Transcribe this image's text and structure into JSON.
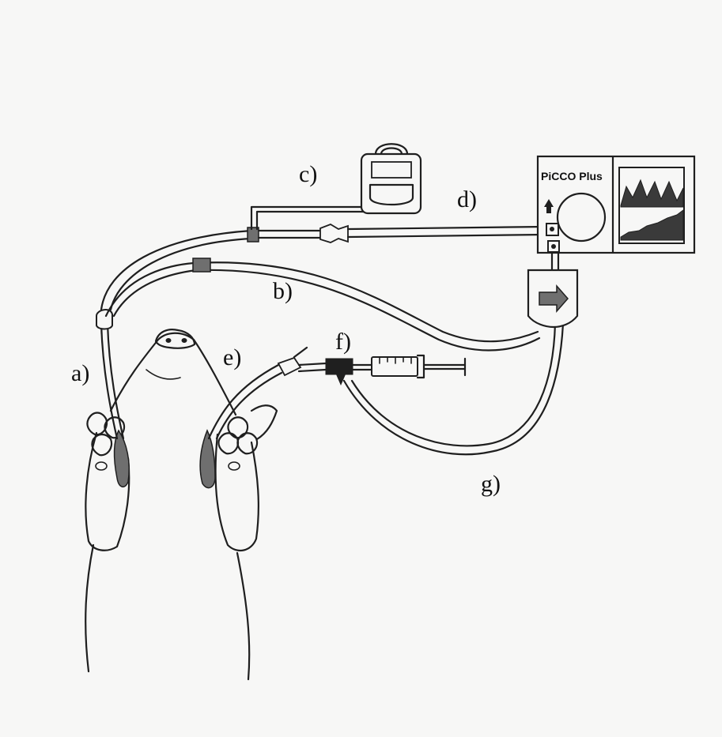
{
  "labels": {
    "a": "a)",
    "b": "b)",
    "c": "c)",
    "d": "d)",
    "e": "e)",
    "f": "f)",
    "g": "g)"
  },
  "monitor": {
    "brand": "PiCCO Plus"
  },
  "colors": {
    "ink": "#1f1f1f",
    "shade": "#6f6f6f",
    "dark_shade": "#3a3a3a",
    "paper": "#f7f7f6"
  }
}
